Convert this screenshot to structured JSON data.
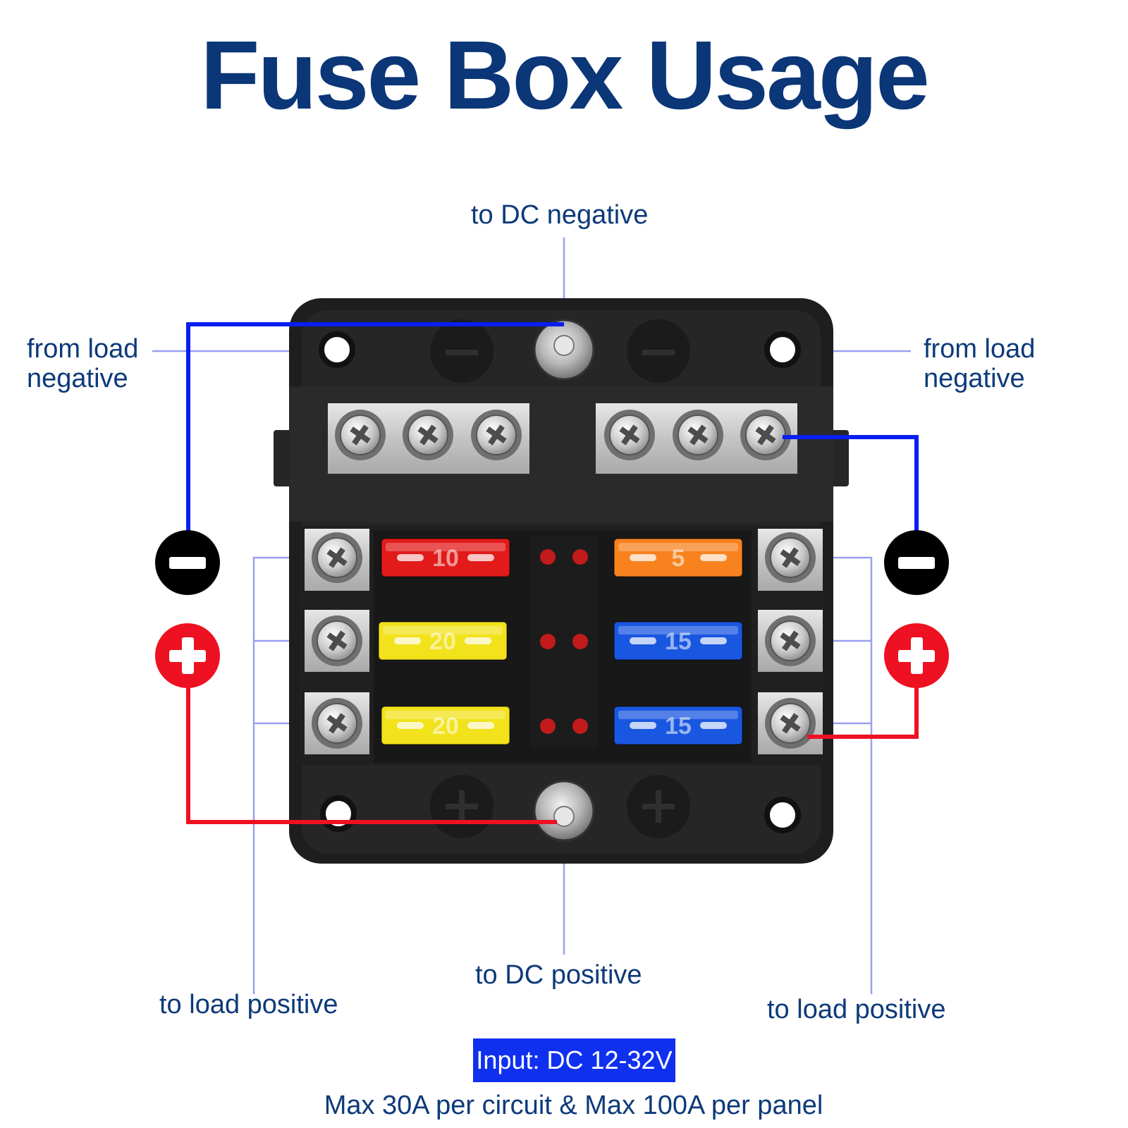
{
  "title": "Fuse Box Usage",
  "labels": {
    "dc_negative": "to DC negative",
    "dc_positive": "to DC positive",
    "from_load_negative_left_1": "from load",
    "from_load_negative_left_2": "negative",
    "from_load_negative_right_1": "from load",
    "from_load_negative_right_2": "negative",
    "to_load_positive_left": "to load positive",
    "to_load_positive_right": "to load positive"
  },
  "spec": {
    "input": "Input: DC 12-32V",
    "max": "Max 30A per circuit & Max 100A per panel"
  },
  "fuses": [
    {
      "rating": "10",
      "color": "#e21a1a"
    },
    {
      "rating": "5",
      "color": "#f7821e"
    },
    {
      "rating": "20",
      "color": "#f2e21c"
    },
    {
      "rating": "15",
      "color": "#1a57e0"
    },
    {
      "rating": "20",
      "color": "#f2e21c"
    },
    {
      "rating": "15",
      "color": "#1a57e0"
    }
  ],
  "colors": {
    "negative_wire": "#0a1ef0",
    "positive_wire": "#ee1122",
    "leader_line": "#9aa0f0"
  },
  "icons": {
    "negative": "minus-sign-icon",
    "positive": "plus-sign-icon",
    "screw": "phillips-screw-icon",
    "mounting_hole": "mounting-hole-icon"
  }
}
